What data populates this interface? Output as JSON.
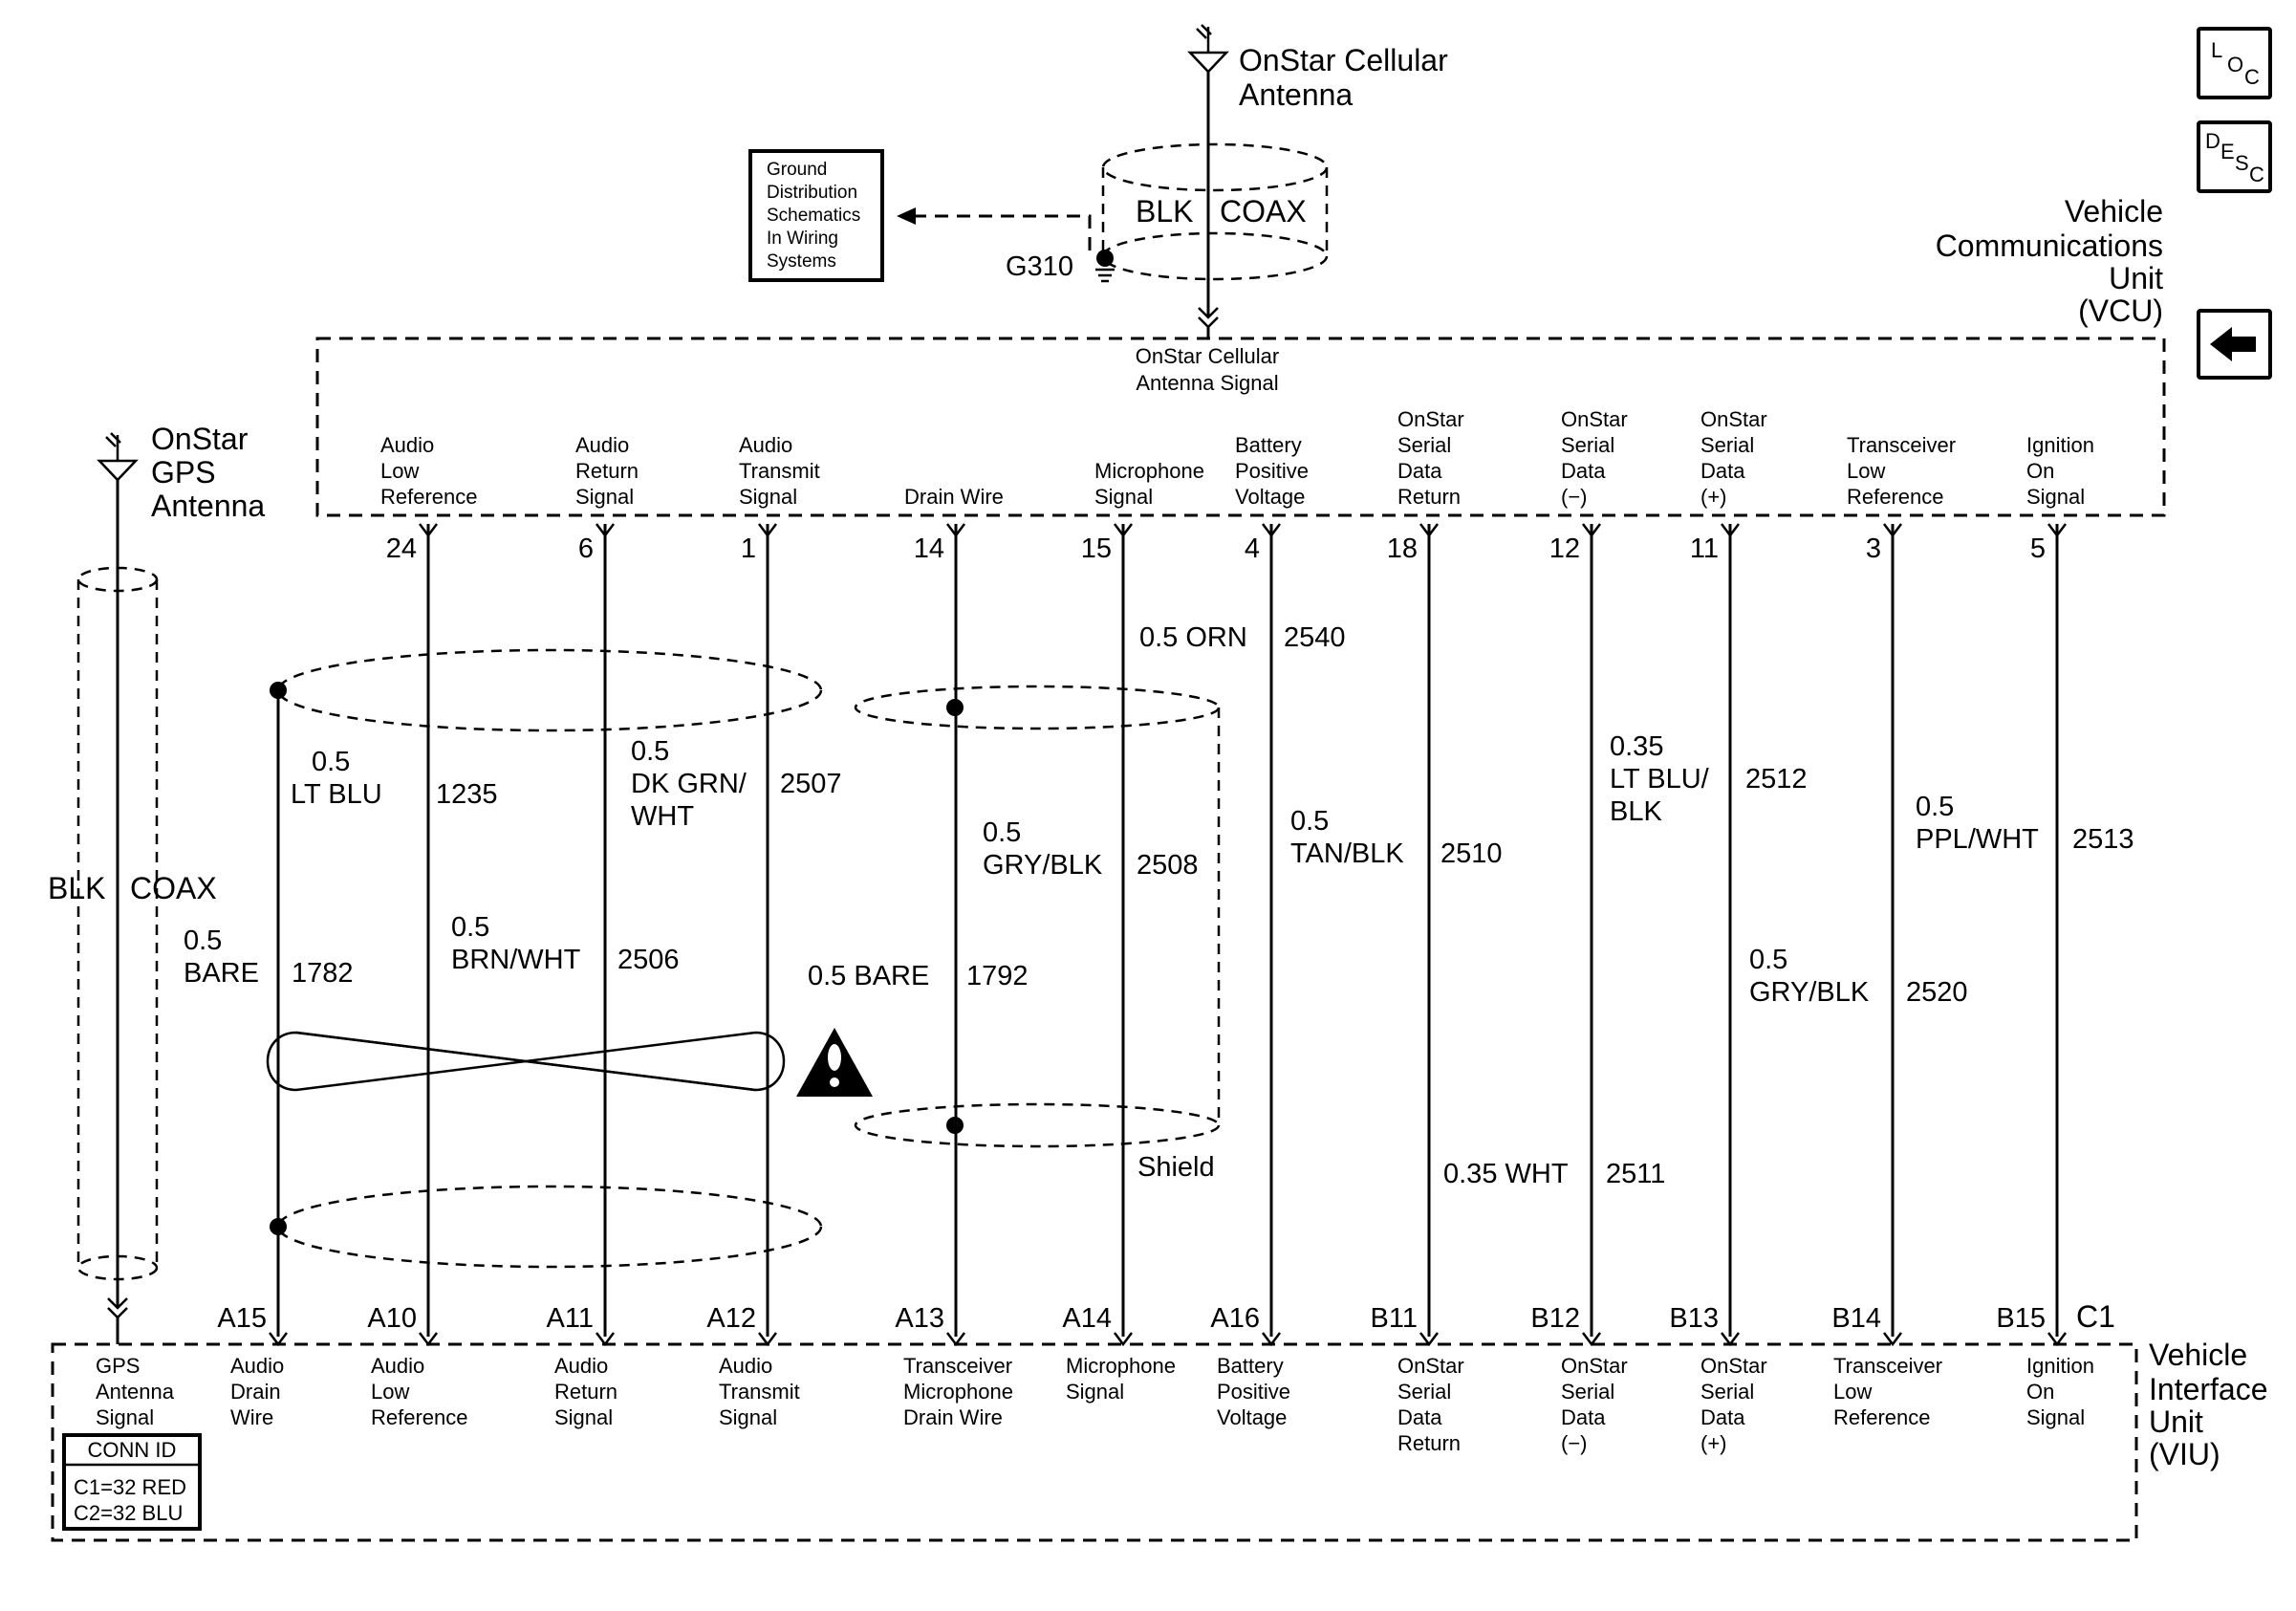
{
  "antennas": {
    "cellular": {
      "line1": "OnStar Cellular",
      "line2": "Antenna"
    },
    "gps": {
      "line1": "OnStar",
      "line2": "GPS",
      "line3": "Antenna"
    }
  },
  "ground": {
    "ref_lines": [
      "Ground",
      "Distribution",
      "Schematics",
      "In Wiring",
      "Systems"
    ],
    "id": "G310"
  },
  "coax": {
    "cellular_color": "BLK",
    "cellular_type": "COAX",
    "gps_color": "BLK",
    "gps_type": "COAX"
  },
  "vcu": {
    "name_lines": [
      "Vehicle",
      "Communications",
      "Unit",
      "(VCU)"
    ],
    "antenna_signal_lines": [
      "OnStar Cellular",
      "Antenna Signal"
    ],
    "pins": [
      {
        "label": [
          "Audio",
          "Low",
          "Reference"
        ],
        "pin": "24"
      },
      {
        "label": [
          "Audio",
          "Return",
          "Signal"
        ],
        "pin": "6"
      },
      {
        "label": [
          "Audio",
          "Transmit",
          "Signal"
        ],
        "pin": "1"
      },
      {
        "label": [
          "Drain Wire"
        ],
        "pin": "14"
      },
      {
        "label": [
          "Microphone",
          "Signal"
        ],
        "pin": "15"
      },
      {
        "label": [
          "Battery",
          "Positive",
          "Voltage"
        ],
        "pin": "4"
      },
      {
        "label": [
          "OnStar",
          "Serial",
          "Data",
          "Return"
        ],
        "pin": "18"
      },
      {
        "label": [
          "OnStar",
          "Serial",
          "Data",
          "(−)"
        ],
        "pin": "12"
      },
      {
        "label": [
          "OnStar",
          "Serial",
          "Data",
          "(+)"
        ],
        "pin": "11"
      },
      {
        "label": [
          "Transceiver",
          "Low",
          "Reference"
        ],
        "pin": "3"
      },
      {
        "label": [
          "Ignition",
          "On",
          "Signal"
        ],
        "pin": "5"
      }
    ]
  },
  "viu": {
    "name_lines": [
      "Vehicle",
      "Interface",
      "Unit",
      "(VIU)"
    ],
    "pins": [
      {
        "label": [
          "GPS",
          "Antenna",
          "Signal"
        ],
        "pin": ""
      },
      {
        "label": [
          "Audio",
          "Drain",
          "Wire"
        ],
        "pin": "A15"
      },
      {
        "label": [
          "Audio",
          "Low",
          "Reference"
        ],
        "pin": "A10"
      },
      {
        "label": [
          "Audio",
          "Return",
          "Signal"
        ],
        "pin": "A11"
      },
      {
        "label": [
          "Audio",
          "Transmit",
          "Signal"
        ],
        "pin": "A12"
      },
      {
        "label": [
          "Transceiver",
          "Microphone",
          "Drain Wire"
        ],
        "pin": "A13"
      },
      {
        "label": [
          "Microphone",
          "Signal"
        ],
        "pin": "A14"
      },
      {
        "label": [
          "Battery",
          "Positive",
          "Voltage"
        ],
        "pin": "A16"
      },
      {
        "label": [
          "OnStar",
          "Serial",
          "Data",
          "Return"
        ],
        "pin": "B11"
      },
      {
        "label": [
          "OnStar",
          "Serial",
          "Data",
          "(−)"
        ],
        "pin": "B12"
      },
      {
        "label": [
          "OnStar",
          "Serial",
          "Data",
          "(+)"
        ],
        "pin": "B13"
      },
      {
        "label": [
          "Transceiver",
          "Low",
          "Reference"
        ],
        "pin": "B14"
      },
      {
        "label": [
          "Ignition",
          "On",
          "Signal"
        ],
        "pin": "B15"
      }
    ],
    "gps_conn": "C1",
    "conn_id": {
      "title": "CONN ID",
      "c1": "C1=32 RED",
      "c2": "C2=32 BLU"
    }
  },
  "wires": {
    "drain_1782": {
      "lines": [
        "0.5",
        "BARE"
      ],
      "circuit": "1782"
    },
    "low_ref_1235": {
      "lines": [
        "0.5",
        "LT BLU"
      ],
      "circuit": "1235"
    },
    "return_2506": {
      "lines": [
        "0.5",
        "BRN/WHT"
      ],
      "circuit": "2506"
    },
    "transmit_2507": {
      "lines": [
        "0.5",
        "DK GRN/",
        "WHT"
      ],
      "circuit": "2507"
    },
    "drain_1792": {
      "lines": [
        "0.5 BARE"
      ],
      "circuit": "1792"
    },
    "mic_2508": {
      "lines": [
        "0.5",
        "GRY/BLK"
      ],
      "circuit": "2508"
    },
    "batt_2540": {
      "lines": [
        "0.5 ORN"
      ],
      "circuit": "2540"
    },
    "ret_2510": {
      "lines": [
        "0.5",
        "TAN/BLK"
      ],
      "circuit": "2510"
    },
    "ret_2511": {
      "lines": [
        "0.35 WHT"
      ],
      "circuit": "2511"
    },
    "data_2512": {
      "lines": [
        "0.35",
        "LT BLU/",
        "BLK"
      ],
      "circuit": "2512"
    },
    "data_2520": {
      "lines": [
        "0.5",
        "GRY/BLK"
      ],
      "circuit": "2520"
    },
    "lowref_2513": {
      "lines": [
        "0.5",
        "PPL/WHT"
      ],
      "circuit": "2513"
    }
  },
  "shield_label": "Shield",
  "nav": {
    "loc_big": "L",
    "loc_small": "O",
    "loc_sub": "C",
    "desc_big": "D",
    "desc_e": "E",
    "desc_s": "S",
    "desc_c": "C",
    "back_icon": "left-arrow-icon"
  }
}
